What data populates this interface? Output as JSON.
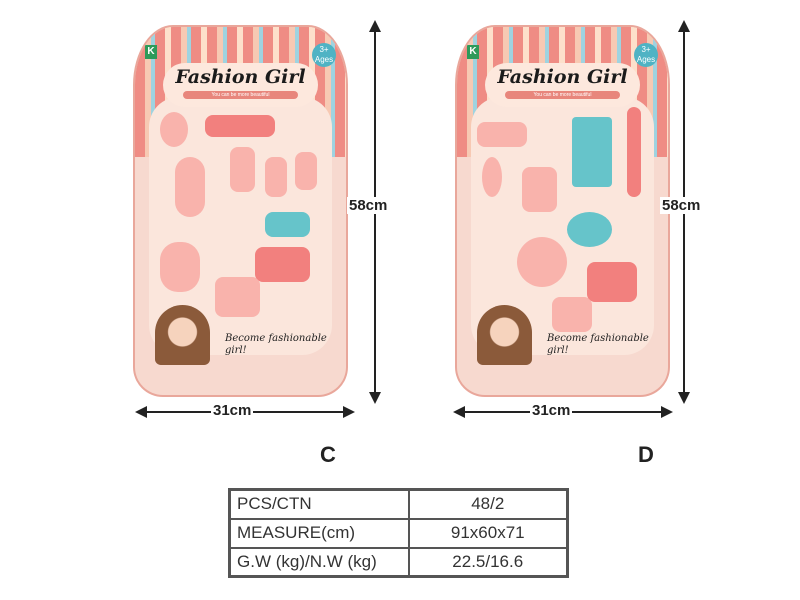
{
  "products": [
    {
      "label": "C",
      "brand": "K",
      "age": "3+ Ages",
      "title": "Fashion Girl",
      "tagline": "You can be more beautiful",
      "slogan": "Become fashionable girl!",
      "height": "58cm",
      "width": "31cm"
    },
    {
      "label": "D",
      "brand": "K",
      "age": "3+ Ages",
      "title": "Fashion Girl",
      "tagline": "You can be more beautiful",
      "slogan": "Become fashionable girl!",
      "height": "58cm",
      "width": "31cm"
    }
  ],
  "spec_table": {
    "rows": [
      {
        "label": "PCS/CTN",
        "value": "48/2"
      },
      {
        "label": "MEASURE(cm)",
        "value": "91x60x71"
      },
      {
        "label": "G.W (kg)/N.W (kg)",
        "value": "22.5/16.6"
      }
    ]
  },
  "colors": {
    "package": "#f7d9cf",
    "accent": "#f06d6d",
    "teal": "#4bbdc7"
  }
}
